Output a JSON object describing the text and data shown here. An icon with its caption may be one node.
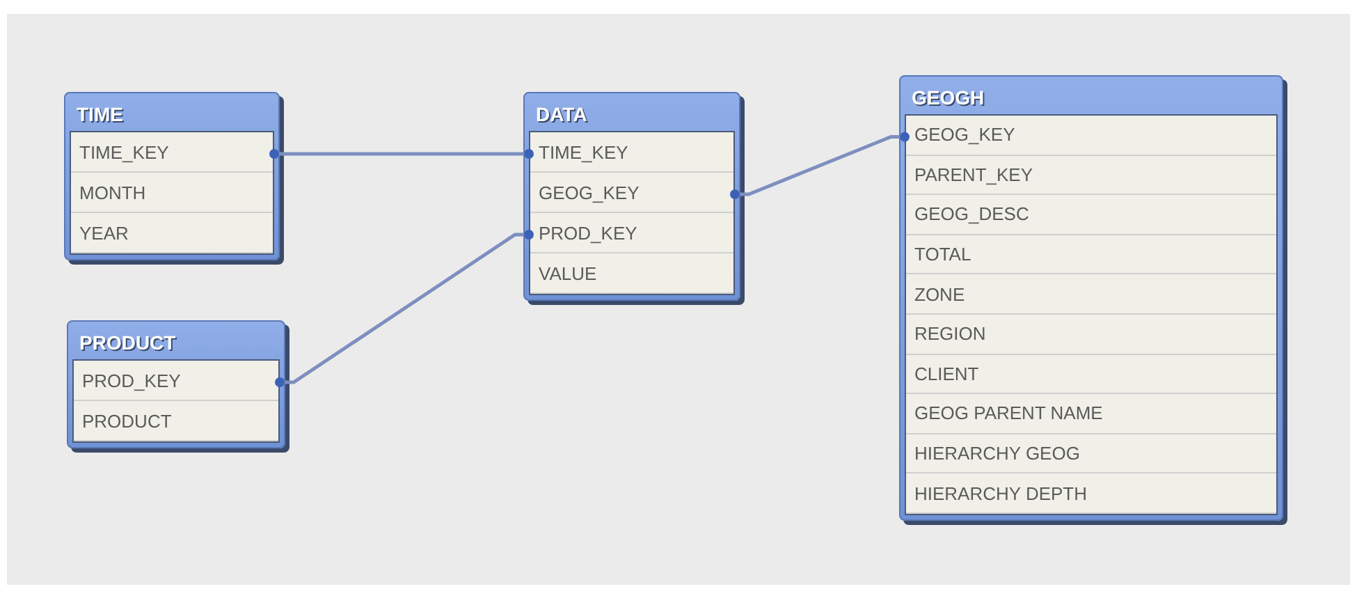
{
  "diagram": {
    "nodes": [
      {
        "text": [
          "TIME"
        ]
      },
      {
        "text": [
          "TIME_KEY"
        ],
        "in": 0
      },
      {
        "text": [
          "MONTH"
        ],
        "in": 0
      },
      {
        "text": [
          "YEAR"
        ],
        "in": 0
      },
      {
        "text": [
          "PRODUCT"
        ]
      },
      {
        "text": [
          "PROD_KEY"
        ],
        "in": 4
      },
      {
        "text": [
          "PRODUCT"
        ],
        "in": 4
      },
      {
        "text": [
          "DATA"
        ]
      },
      {
        "text": [
          "TIME_KEY"
        ],
        "in": 7
      },
      {
        "text": [
          "GEOG_KEY"
        ],
        "in": 7
      },
      {
        "text": [
          "PROD_KEY"
        ],
        "in": 7
      },
      {
        "text": [
          "VALUE"
        ],
        "in": 7
      },
      {
        "text": [
          "GEOGH"
        ]
      },
      {
        "text": [
          "GEOG_KEY"
        ],
        "in": 12
      },
      {
        "text": [
          "PARENT_KEY"
        ],
        "in": 12
      },
      {
        "text": [
          "GEOG_DESC"
        ],
        "in": 12
      },
      {
        "text": [
          "TOTAL"
        ],
        "in": 12
      },
      {
        "text": [
          "ZONE"
        ],
        "in": 12
      },
      {
        "text": [
          "REGION"
        ],
        "in": 12
      },
      {
        "text": [
          "CLIENT"
        ],
        "in": 12
      },
      {
        "text": [
          "GEOG PARENT NAME"
        ],
        "in": 12
      },
      {
        "text": [
          "HIERARCHY GEOG"
        ],
        "in": 12
      },
      {
        "text": [
          "HIERARCHY DEPTH"
        ],
        "in": 12
      }
    ],
    "edges": [
      {
        "from": 1,
        "to": 8,
        "arrow": "other"
      },
      {
        "from": 5,
        "to": 10,
        "arrow": "other"
      },
      {
        "from": 9,
        "to": 13,
        "arrow": "other"
      }
    ]
  }
}
